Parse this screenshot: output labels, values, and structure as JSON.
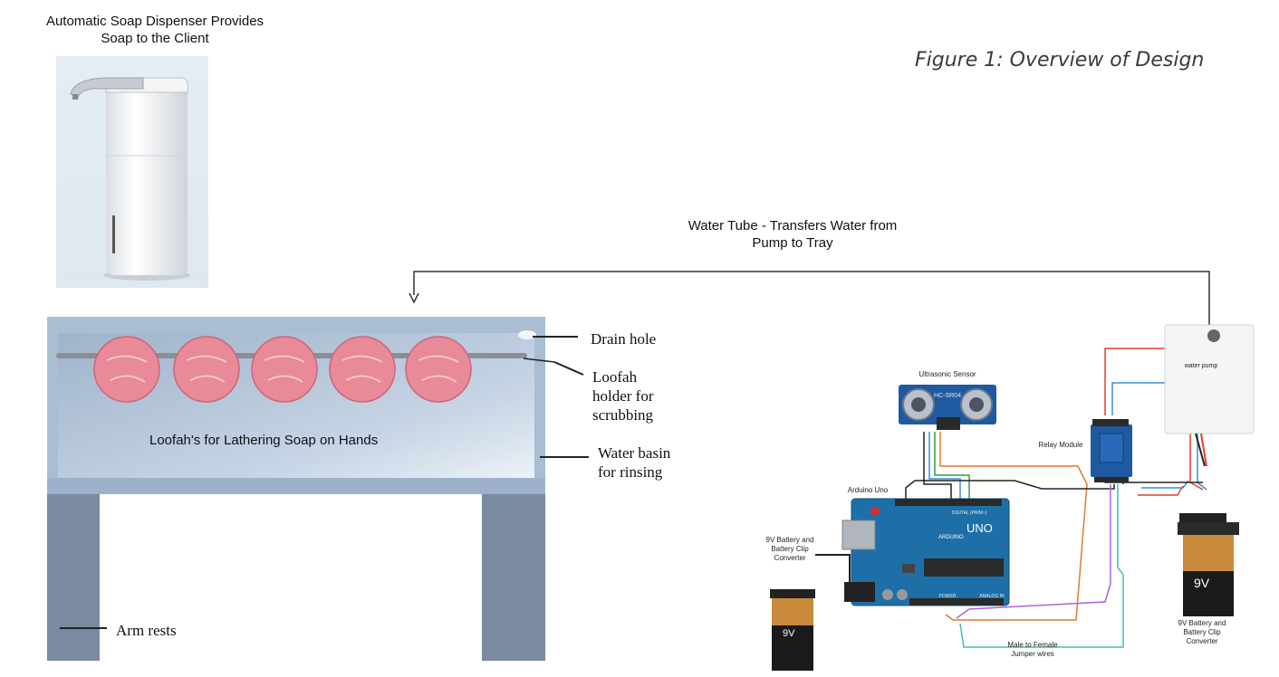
{
  "soap_dispenser": {
    "caption_line1": "Automatic Soap Dispenser Provides",
    "caption_line2": "Soap to the Client"
  },
  "figure_title": "Figure 1: Overview of Design",
  "water_tube": {
    "line1": "Water Tube - Transfers Water from",
    "line2": "Pump to Tray"
  },
  "tray": {
    "center_label": "Loofah's for Lathering Soap on Hands",
    "drain_hole": "Drain hole",
    "loofah_holder": [
      "Loofah",
      "holder for",
      "scrubbing"
    ],
    "water_basin": [
      "Water basin",
      "for rinsing"
    ],
    "arm_rests": "Arm rests"
  },
  "circuit": {
    "ultrasonic_sensor": "Ultrasonic Sensor",
    "sensor_chip": "HC-SR04",
    "relay_module": "Relay Module",
    "arduino_uno": "Arduino Uno",
    "uno_logo": "UNO",
    "arduino_brand": "ARDUINO",
    "digital_label": "DIGITAL (PWM~)",
    "power_label": "POWER",
    "analog_label": "ANALOG IN",
    "water_pump": "water pump",
    "battery_left_caption": [
      "9V Battery and",
      "Battery Clip",
      "Converter"
    ],
    "battery_right_caption": [
      "9V Battery and",
      "Battery Clip",
      "Converter"
    ],
    "battery_label": "9V",
    "jumper_wires": [
      "Male to Female",
      "Jumper wires"
    ]
  },
  "colors": {
    "tray_blue": "#a9bdd3",
    "leg_gray": "#7a8aa0",
    "loofah_pink": "#e88a98",
    "arduino_blue": "#1e6fa8",
    "sensor_blue": "#1f5aa0",
    "relay_blue": "#1f5aa0",
    "wire_red": "#e0402a",
    "wire_blue": "#3a8fd6",
    "wire_orange": "#e07a30",
    "wire_purple": "#b060e0",
    "wire_teal": "#40c0b0",
    "wire_green": "#30a040",
    "wire_black": "#222222"
  }
}
